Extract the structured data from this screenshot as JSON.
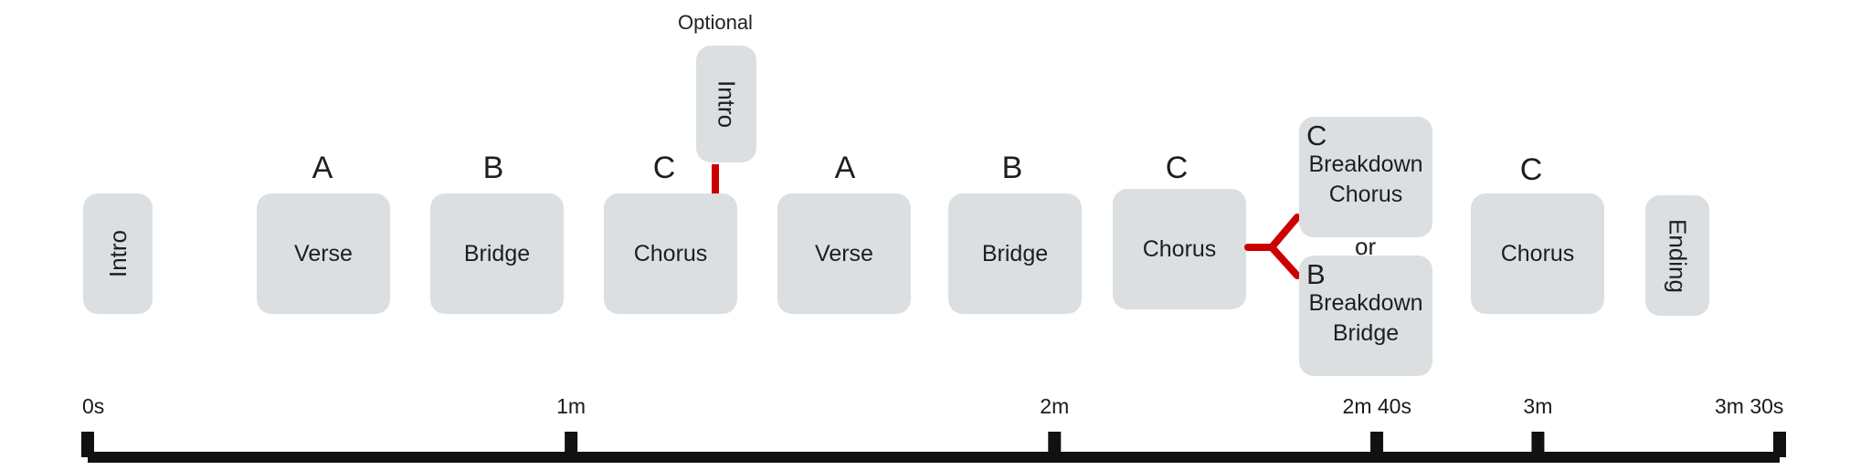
{
  "optional_label": "Optional",
  "or_label": "or",
  "optional_block": {
    "label": "Intro"
  },
  "blocks": [
    {
      "letter": "",
      "label": "Intro"
    },
    {
      "letter": "A",
      "label": "Verse"
    },
    {
      "letter": "B",
      "label": "Bridge"
    },
    {
      "letter": "C",
      "label": "Chorus"
    },
    {
      "letter": "A",
      "label": "Verse"
    },
    {
      "letter": "B",
      "label": "Bridge"
    },
    {
      "letter": "C",
      "label": "Chorus"
    },
    {
      "letter": "C",
      "label": "Chorus"
    },
    {
      "letter": "",
      "label": "Ending"
    }
  ],
  "breakdowns": [
    {
      "letter": "C",
      "line1": "Breakdown",
      "line2": "Chorus"
    },
    {
      "letter": "B",
      "line1": "Breakdown",
      "line2": "Bridge"
    }
  ],
  "timeline": {
    "ticks": [
      {
        "label": "0s",
        "seconds": 0
      },
      {
        "label": "1m",
        "seconds": 60
      },
      {
        "label": "2m",
        "seconds": 120
      },
      {
        "label": "2m 40s",
        "seconds": 160
      },
      {
        "label": "3m",
        "seconds": 180
      },
      {
        "label": "3m 30s",
        "seconds": 210
      }
    ]
  },
  "colors": {
    "block": "#dcdfe1",
    "connector": "#cc0000",
    "axis": "#111111"
  }
}
